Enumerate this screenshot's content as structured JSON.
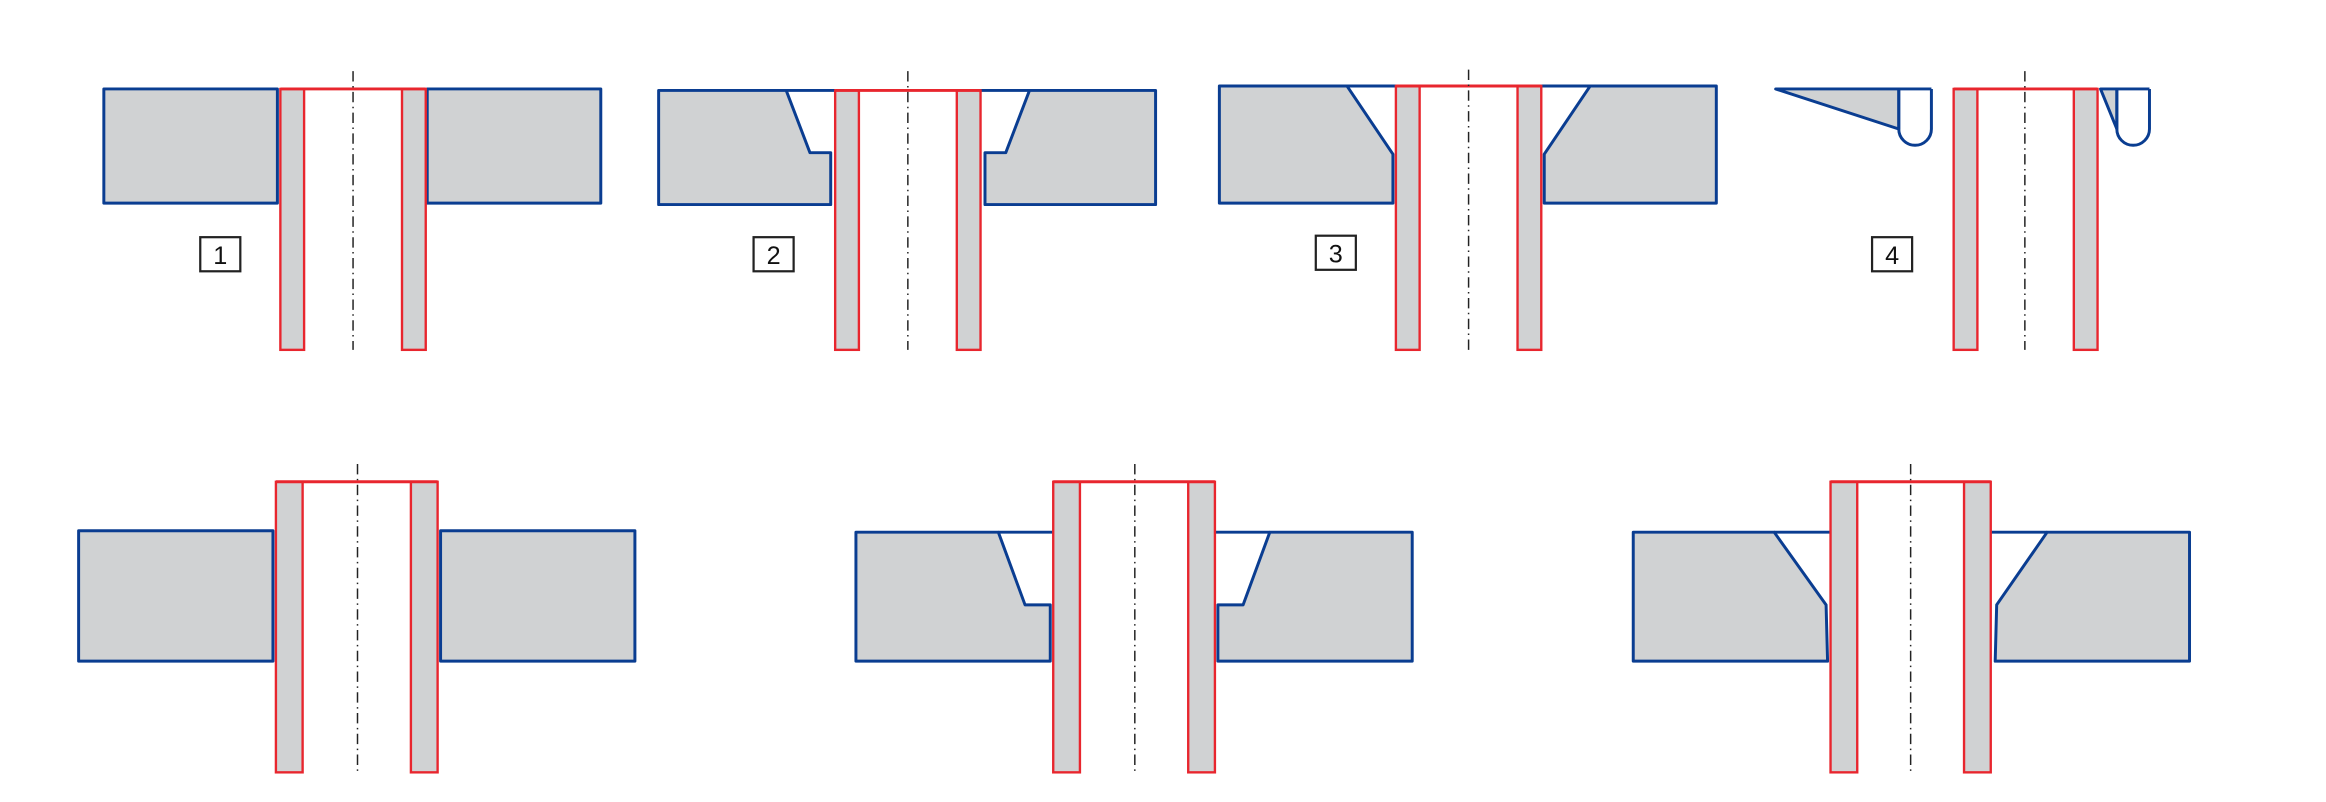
{
  "colors": {
    "plate_fill": "#d0d2d3",
    "plate_outline": "#0a3d91",
    "pipe_outline": "#e8262e",
    "centerline": "#222222"
  },
  "top_row": {
    "labels": [
      "1",
      "2",
      "3",
      "4"
    ],
    "joint_types": [
      "square-butt",
      "j-groove-bevel",
      "v-bevel",
      "u-relief-groove"
    ]
  },
  "bottom_row": {
    "joint_types": [
      "square-butt",
      "j-groove-bevel",
      "v-bevel"
    ]
  }
}
